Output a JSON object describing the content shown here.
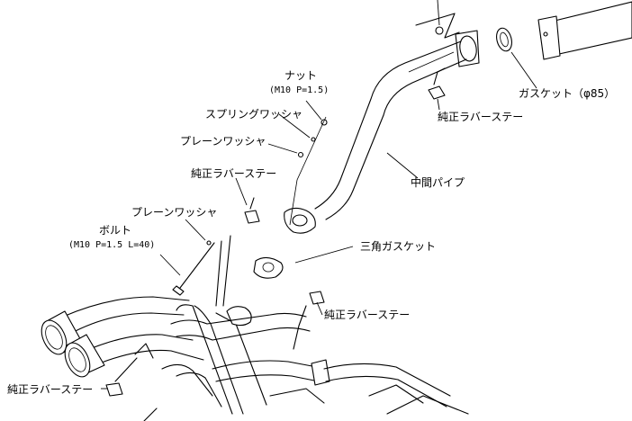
{
  "labels": {
    "nut": "ナット",
    "nut_spec": "(M10 P=1.5)",
    "spring_washer": "スプリングワッシャ",
    "plain_washer_1": "プレーンワッシャ",
    "rubber_stay_1": "純正ラバーステー",
    "plain_washer_2": "プレーンワッシャ",
    "bolt": "ボルト",
    "bolt_spec": "(M10 P=1.5 L=40)",
    "gasket_85": "ガスケット（φ85）",
    "rubber_stay_top": "純正ラバーステー",
    "mid_pipe": "中間パイプ",
    "triangle_gasket": "三角ガスケット",
    "rubber_stay_right": "純正ラバーステー",
    "rubber_stay_bottom": "純正ラバーステー"
  },
  "colors": {
    "ink": "#000000",
    "paper": "#ffffff"
  }
}
